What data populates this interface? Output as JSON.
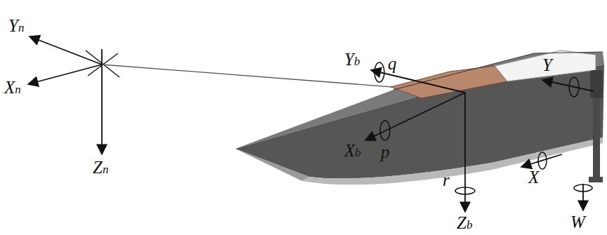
{
  "diagram": {
    "labels": [
      "Yn",
      "Xn",
      "Zn",
      "Yb",
      "q",
      "Xb",
      "p",
      "r",
      "Zb",
      "Y",
      "X",
      "W"
    ]
  }
}
